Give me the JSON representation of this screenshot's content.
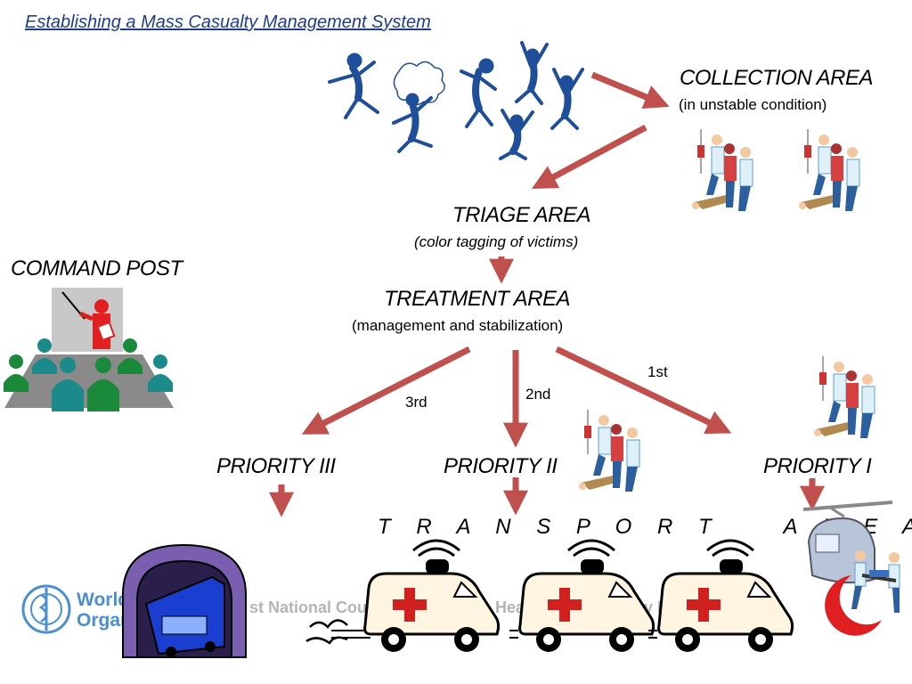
{
  "title": "Establishing a Mass Casualty Management System",
  "areas": {
    "collection": {
      "label": "COLLECTION AREA",
      "note": "(in unstable condition)"
    },
    "triage": {
      "label": "TRIAGE AREA",
      "note": "(color tagging  of  victims)"
    },
    "treatment": {
      "label": "TREATMENT    AREA",
      "note": "(management and stabilization)"
    },
    "command": {
      "label": "COMMAND POST"
    },
    "transport": {
      "label": "T R A N S P O R T    A R E A"
    }
  },
  "priorities": {
    "p1": {
      "label": "PRIORITY I",
      "order": "1st"
    },
    "p2": {
      "label": "PRIORITY II",
      "order": "2nd"
    },
    "p3": {
      "label": "PRIORITY III",
      "order": "3rd"
    }
  },
  "footer": {
    "org_line1": "World",
    "org_line2": "Organ",
    "course_fragment": "st National Cour",
    "course_fragment2": "Healt",
    "course_fragment3": "y Ma"
  },
  "colors": {
    "arrow": "#c0504d",
    "title": "#1f3c8f",
    "figure": "#1f4e9a",
    "command_red": "#e02020",
    "command_teal": "#1a8a8a",
    "command_green": "#1a8a3a",
    "ambulance_cross": "#d02020",
    "footer_gray": "#b5b5b5"
  },
  "icons": [
    "panicking-people-icon",
    "medic-team-icon",
    "command-post-icon",
    "ambulance-icon",
    "tunnel-bus-icon",
    "helicopter-icon",
    "who-logo-icon"
  ]
}
